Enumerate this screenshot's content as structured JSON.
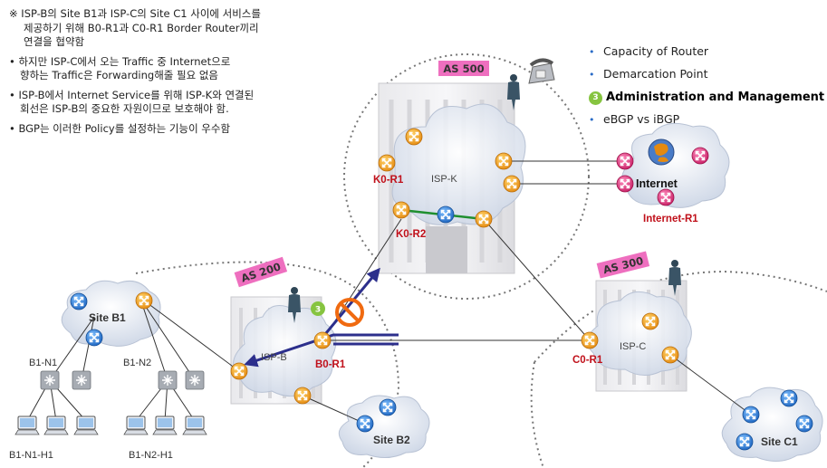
{
  "notes": [
    {
      "marker": "※",
      "lines": [
        "ISP-B의 Site B1과 ISP-C의 Site C1 사이에 서비스를",
        "제공하기 위해 B0-R1과 C0-R1 Border Router끼리",
        "연결을 협약함"
      ]
    },
    {
      "marker": "•",
      "lines": [
        "하지만 ISP-C에서 오는 Traffic 중 Internet으로",
        "향하는 Traffic은 Forwarding해줄 필요 없음"
      ]
    },
    {
      "marker": "•",
      "lines": [
        "ISP-B에서 Internet Service를 위해 ISP-K와 연결된",
        "회선은 ISP-B의 중요한 자원이므로 보호해야 함."
      ]
    },
    {
      "marker": "•",
      "lines": [
        "BGP는 이러한 Policy를 설정하는 기능이 우수함"
      ]
    }
  ],
  "bullets": [
    {
      "marker": "•",
      "text": "Capacity of Router",
      "bold": false
    },
    {
      "marker": "•",
      "text": "Demarcation Point",
      "bold": false
    },
    {
      "marker": "3",
      "text": "Administration and Management",
      "bold": true
    },
    {
      "marker": "•",
      "text": "eBGP vs iBGP",
      "bold": false
    }
  ],
  "as_labels": {
    "k": "AS 500",
    "b": "AS 200",
    "c": "AS 300"
  },
  "isp_labels": {
    "k": "ISP-K",
    "b": "ISP-B",
    "c": "ISP-C"
  },
  "router_labels": {
    "k0r1": "K0-R1",
    "k0r2": "K0-R2",
    "b0r1": "B0-R1",
    "c0r1": "C0-R1",
    "inet_r1": "Internet-R1"
  },
  "cloud_labels": {
    "internet": "Internet",
    "site_b1": "Site B1",
    "site_b2": "Site B2",
    "site_c1": "Site C1"
  },
  "host_labels": {
    "b1n1": "B1-N1",
    "b1n2": "B1-N2",
    "b1n1h1": "B1-N1-H1",
    "b1n2h1": "B1-N2-H1"
  },
  "badge": "3",
  "colors": {
    "router_orange": "#f0a020",
    "router_blue": "#2a7fd4",
    "router_pink": "#e0387a",
    "as_tag": "#ee6fbf",
    "label_red": "#c0101a",
    "policy_arrow": "#2c2f8c",
    "prohibit": "#f06a10",
    "ibgp_link": "#1f8f2f"
  }
}
